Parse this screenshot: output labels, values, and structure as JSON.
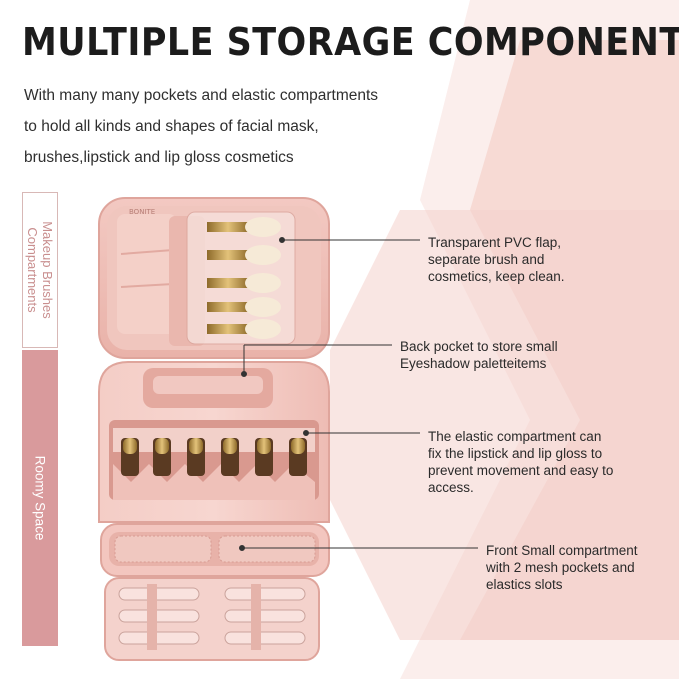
{
  "title": "MULTIPLE STORAGE COMPONENT",
  "intro": {
    "lines": [
      "With many many pockets and elastic compartments",
      "to hold all kinds and shapes of facial mask,",
      "brushes,lipstick and lip gloss cosmetics"
    ]
  },
  "side_labels": {
    "top": "Makeup Brushes Compartments",
    "top_lines": [
      "Makeup Brushes",
      "Compartments"
    ],
    "bottom": "Roomy Space"
  },
  "product": {
    "brand_text": "BONITE",
    "image_description_icon": "makeup-case-illustration"
  },
  "callouts": [
    {
      "lines": [
        "Transparent PVC flap,",
        "separate brush and",
        "cosmetics, keep clean."
      ]
    },
    {
      "lines": [
        "Back pocket to store small",
        "Eyeshadow paletteitems"
      ]
    },
    {
      "lines": [
        "The elastic compartment can",
        "fix the lipstick and lip gloss to",
        "prevent movement and easy to",
        "access."
      ]
    },
    {
      "lines": [
        "Front Small compartment",
        "with 2 mesh pockets and",
        "elastics slots"
      ]
    }
  ],
  "colors": {
    "background": "#ffffff",
    "accent_pink": "#f6dcd8",
    "accent_pink_light": "#fbeeec",
    "label_rose": "#d99a9c",
    "case_pink": "#f1c3bd",
    "case_inner": "#e9b3aa",
    "gold": "#c9a55a",
    "text": "#2a2a2a"
  }
}
